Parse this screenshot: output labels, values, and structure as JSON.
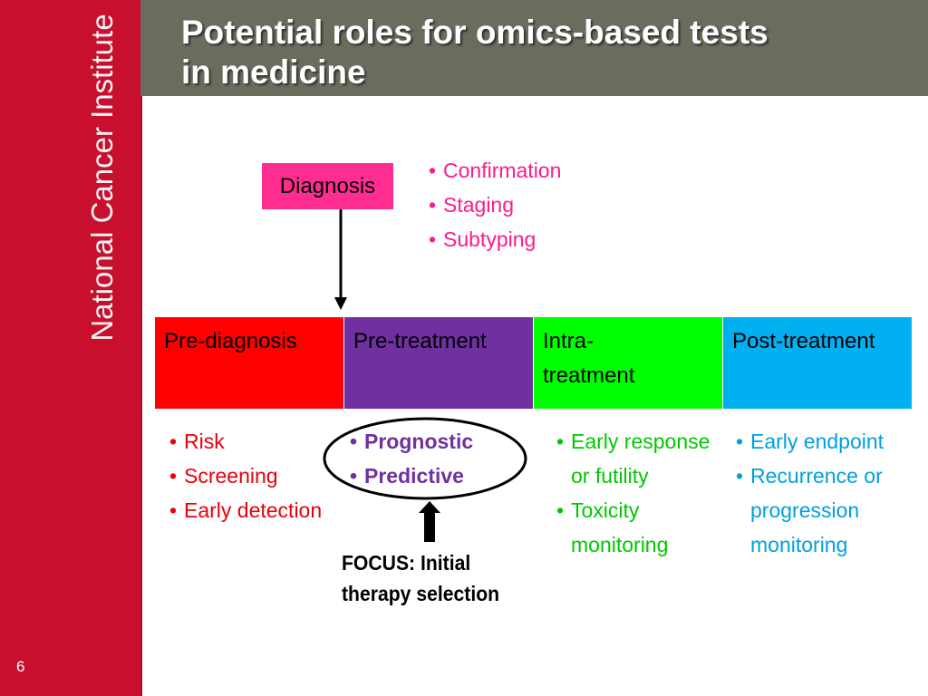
{
  "sidebar": {
    "brand": "National Cancer Institute",
    "slide_number": "6"
  },
  "header": {
    "title_line1": "Potential roles for omics-based tests",
    "title_line2": "in medicine"
  },
  "diagnosis": {
    "label": "Diagnosis",
    "color": "#ff2d8f",
    "bullets": [
      "Confirmation",
      "Staging",
      "Subtyping"
    ],
    "bullet_color": "#ff1a8c"
  },
  "phases": [
    {
      "label": "Pre-diagnosis",
      "color": "#ff0000"
    },
    {
      "label": "Pre-treatment",
      "color": "#7030a0"
    },
    {
      "label": "Intra-treatment",
      "color": "#00ff00"
    },
    {
      "label": "Post-treatment",
      "color": "#00b0f0"
    }
  ],
  "phase_bullets": {
    "prediagnosis": {
      "color": "#e8000b",
      "items": [
        "Risk",
        "Screening",
        "Early detection"
      ]
    },
    "pretreatment": {
      "color": "#7030a0",
      "items": [
        "Prognostic",
        "Predictive"
      ]
    },
    "intratreatment": {
      "color": "#00c800",
      "items": [
        "Early response or futility",
        "Toxicity monitoring"
      ]
    },
    "posttreatment": {
      "color": "#00a0e0",
      "items": [
        "Early endpoint",
        "Recurrence or progression monitoring"
      ]
    }
  },
  "focus": {
    "line1": "FOCUS: Initial",
    "line2": "therapy selection"
  },
  "icons": {
    "down_arrow": "arrow-down-icon",
    "up_arrow": "arrow-up-icon",
    "focus_ellipse": "ellipse-highlight"
  }
}
